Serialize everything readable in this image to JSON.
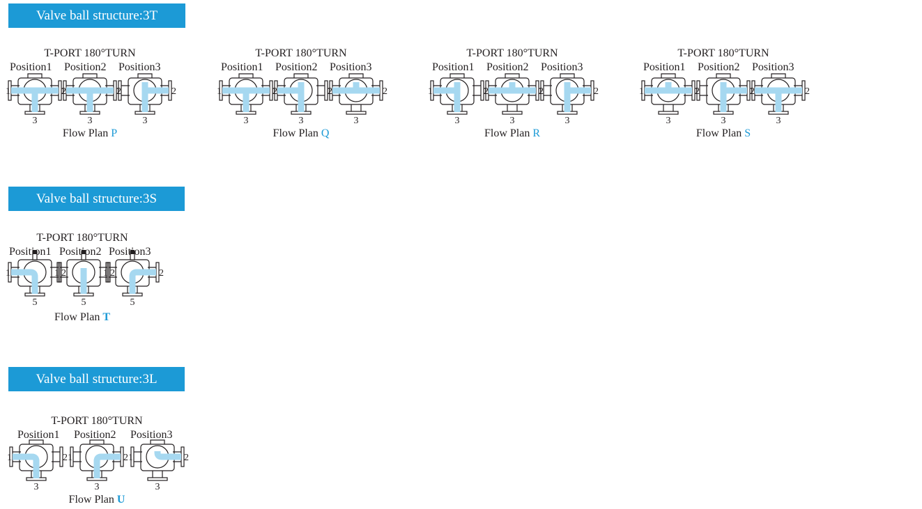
{
  "sections": [
    {
      "heading": "Valve ball structure:3T",
      "plans": [
        {
          "title": "T-PORT 180°TURN",
          "positions": [
            "Position1",
            "Position2",
            "Position3"
          ],
          "caption": "Flow Plan",
          "letter": "P",
          "port_left": "1",
          "port_right": "2",
          "port_bottom": "3"
        },
        {
          "title": "T-PORT 180°TURN",
          "positions": [
            "Position1",
            "Position2",
            "Position3"
          ],
          "caption": "Flow Plan",
          "letter": "Q",
          "port_left": "1",
          "port_right": "2",
          "port_bottom": "3"
        },
        {
          "title": "T-PORT 180°TURN",
          "positions": [
            "Position1",
            "Position2",
            "Position3"
          ],
          "caption": "Flow Plan",
          "letter": "R",
          "port_left": "1",
          "port_right": "2",
          "port_bottom": "3"
        },
        {
          "title": "T-PORT 180°TURN",
          "positions": [
            "Position1",
            "Position2",
            "Position3"
          ],
          "caption": "Flow Plan",
          "letter": "S",
          "port_left": "1",
          "port_right": "2",
          "port_bottom": "3"
        }
      ]
    },
    {
      "heading": "Valve ball structure:3S",
      "plans": [
        {
          "title": "T-PORT 180°TURN",
          "positions": [
            "Position1",
            "Position2",
            "Position3"
          ],
          "caption": "Flow Plan",
          "letter": "T",
          "port_left": "1",
          "port_right": "2",
          "port_bottom": "5"
        }
      ]
    },
    {
      "heading": "Valve ball structure:3L",
      "plans": [
        {
          "title": "T-PORT 180°TURN",
          "positions": [
            "Position1",
            "Position2",
            "Position3"
          ],
          "caption": "Flow Plan",
          "letter": "U",
          "port_left": "1",
          "port_right": "2",
          "port_bottom": "3"
        }
      ]
    }
  ],
  "colors": {
    "accent": "#1c9ad6",
    "flow": "#a6d8f0",
    "line": "#231f20"
  }
}
